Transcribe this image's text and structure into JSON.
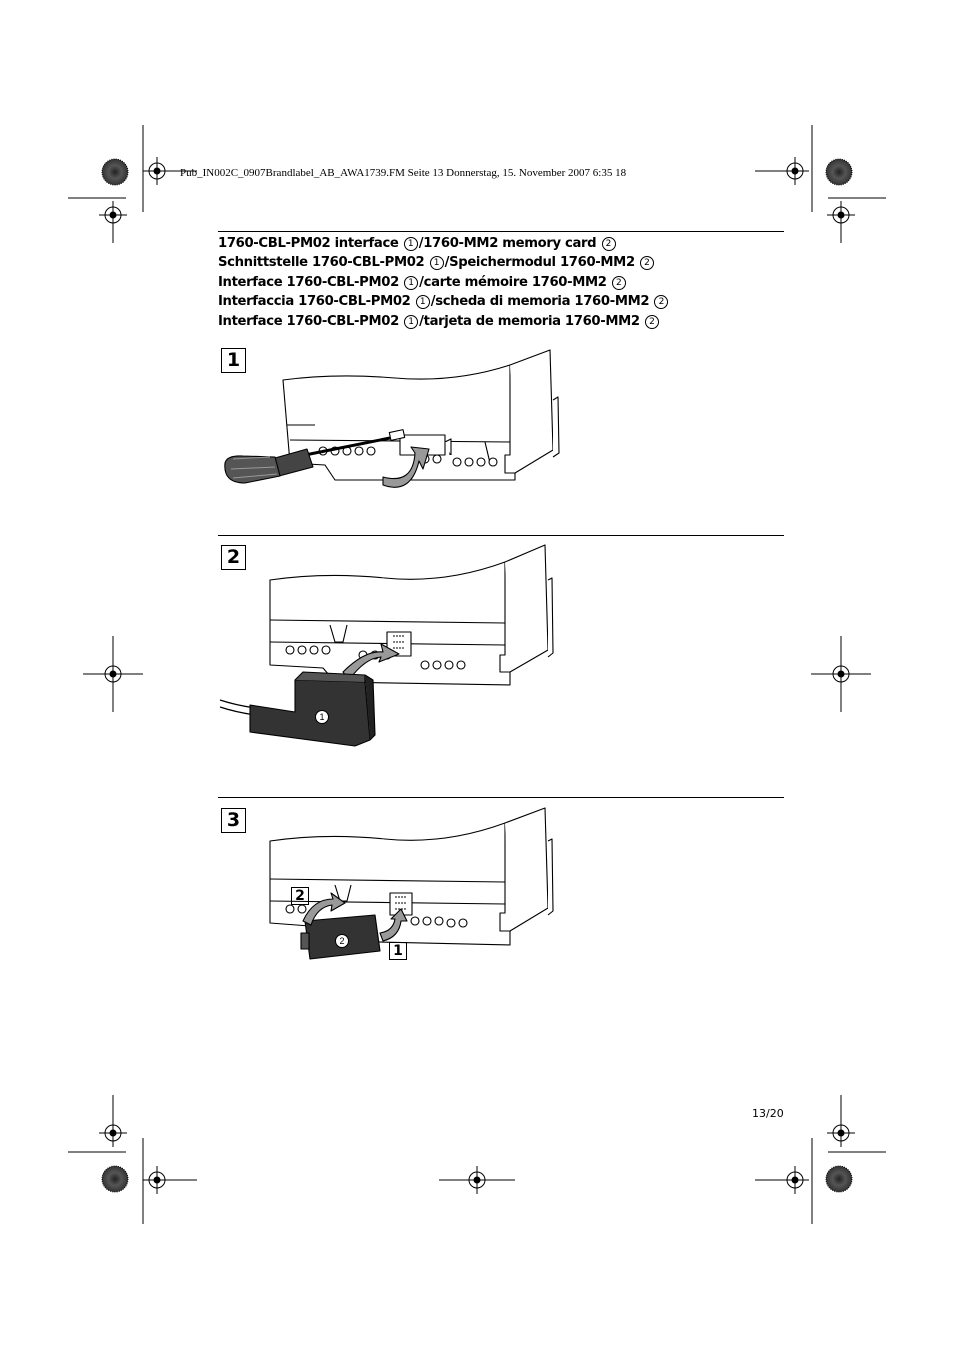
{
  "print_header": "Pub_IN002C_0907Brandlabel_AB_AWA1739.FM  Seite 13  Donnerstag, 15. November 2007  6:35 18",
  "titles": [
    {
      "pre": "1760-CBL-PM02 interface ",
      "n1": "1",
      "mid": "/1760-MM2 memory card ",
      "n2": "2"
    },
    {
      "pre": "Schnittstelle 1760-CBL-PM02 ",
      "n1": "1",
      "mid": "/Speichermodul 1760-MM2 ",
      "n2": "2"
    },
    {
      "pre": "Interface 1760-CBL-PM02 ",
      "n1": "1",
      "mid": "/carte mémoire 1760-MM2 ",
      "n2": "2"
    },
    {
      "pre": "Interfaccia 1760-CBL-PM02 ",
      "n1": "1",
      "mid": "/scheda di memoria 1760-MM2 ",
      "n2": "2"
    },
    {
      "pre": "Interface 1760-CBL-PM02 ",
      "n1": "1",
      "mid": "/tarjeta de memoria 1760-MM2 ",
      "n2": "2"
    }
  ],
  "steps": [
    {
      "number": "1"
    },
    {
      "number": "2",
      "callout": "1"
    },
    {
      "number": "3",
      "callout": "2",
      "sub_steps": [
        "2",
        "1"
      ]
    }
  ],
  "page_number": "13/20"
}
